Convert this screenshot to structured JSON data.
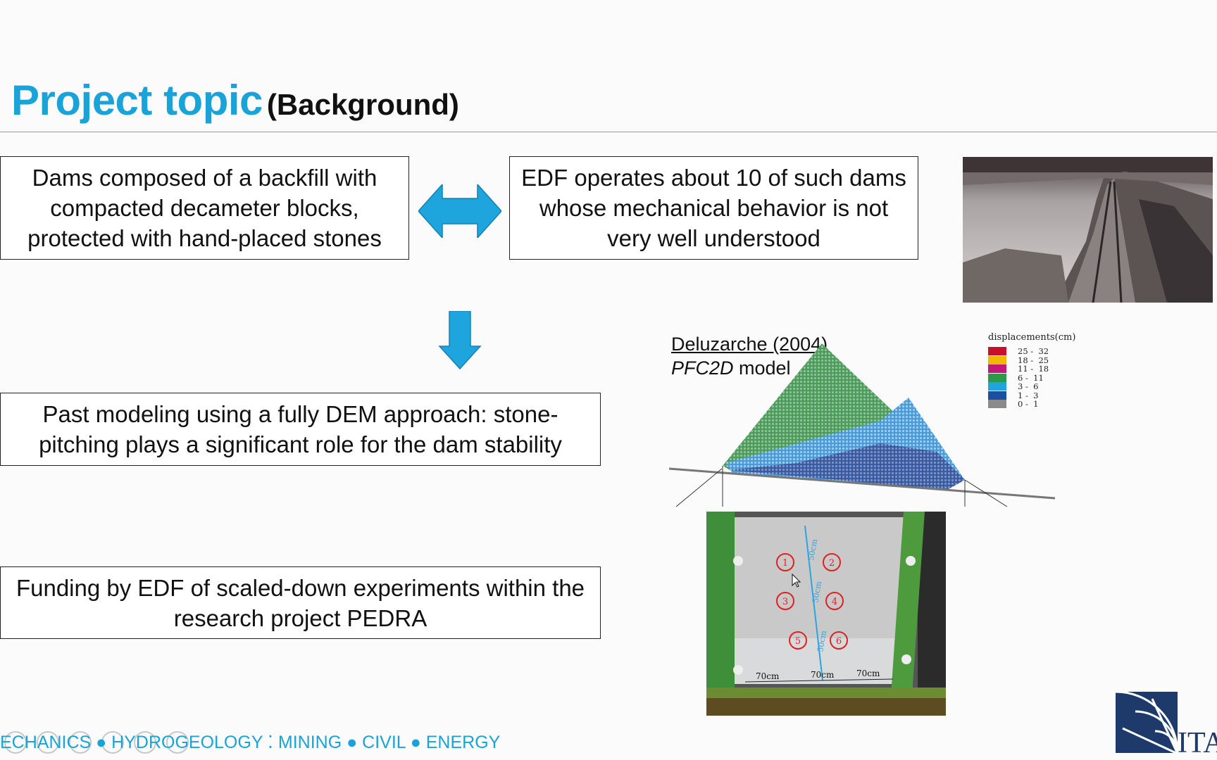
{
  "title": {
    "main": "Project topic",
    "sub": "(Background)"
  },
  "boxes": {
    "dams": "Dams composed of a backfill with compacted decameter blocks, protected with hand-placed stones",
    "edf": "EDF operates about 10 of such dams whose mechanical behavior is not very well understood",
    "past": "Past modeling using a fully DEM approach: stone-pitching plays a significant role for the dam stability",
    "funding": "Funding by EDF of scaled-down experiments within the research project PEDRA"
  },
  "model_caption": {
    "ref": "Deluzarche (2004)",
    "model_name": "PFC2D",
    "model_suffix": " model"
  },
  "legend": {
    "title": "displacements(cm)",
    "entries": [
      {
        "range": "25 -  32",
        "color": "#c8102e"
      },
      {
        "range": "18 -  25",
        "color": "#f2b705"
      },
      {
        "range": "11 -  18",
        "color": "#c2187a"
      },
      {
        "range": "6 -  11",
        "color": "#2a9a4a"
      },
      {
        "range": "3 -  6",
        "color": "#21a3dc"
      },
      {
        "range": "1 -  3",
        "color": "#1d4fa0"
      },
      {
        "range": "0 -  1",
        "color": "#8a8a8a"
      }
    ]
  },
  "experiment_labels": {
    "dim1": "70cm",
    "dim2": "70cm",
    "dim3": "70cm",
    "h1": "50cm",
    "h2": "50cm",
    "h3": "50cm",
    "n1": "1",
    "n2": "2",
    "n3": "3",
    "n4": "4",
    "n5": "5",
    "n6": "6"
  },
  "footer": "ECHANICS ● HYDROGEOLOGY ⁚ MINING ● CIVIL ● ENERGY",
  "logo_text": "ITA",
  "colors": {
    "accent": "#1aa3d9",
    "arrow": "#1ea5dd"
  }
}
